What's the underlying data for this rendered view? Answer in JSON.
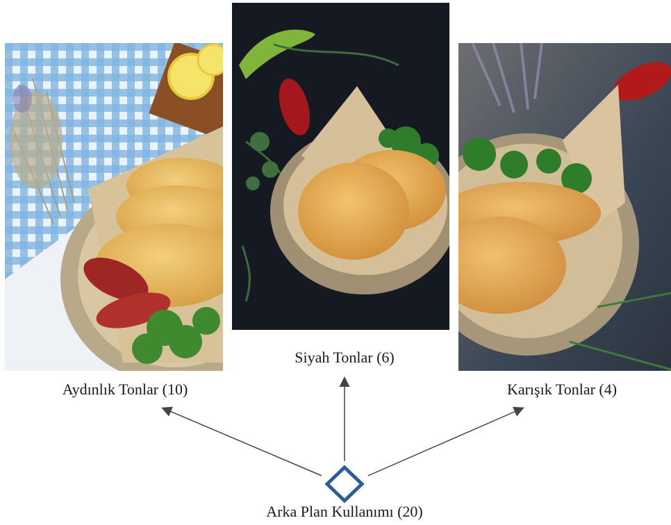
{
  "diagram": {
    "root": {
      "label": "Arka Plan Kullanımı (20)",
      "icon": "diamond-icon",
      "color": "#2a5d9a"
    },
    "categories": [
      {
        "id": "light",
        "label": "Aydınlık Tonlar (10)",
        "photo": "light-background-food-photo"
      },
      {
        "id": "dark",
        "label": "Siyah Tonlar (6)",
        "photo": "dark-background-food-photo"
      },
      {
        "id": "mixed",
        "label": "Karışık Tonlar (4)",
        "photo": "mixed-background-food-photo"
      }
    ],
    "arrow_color": "#444444"
  }
}
